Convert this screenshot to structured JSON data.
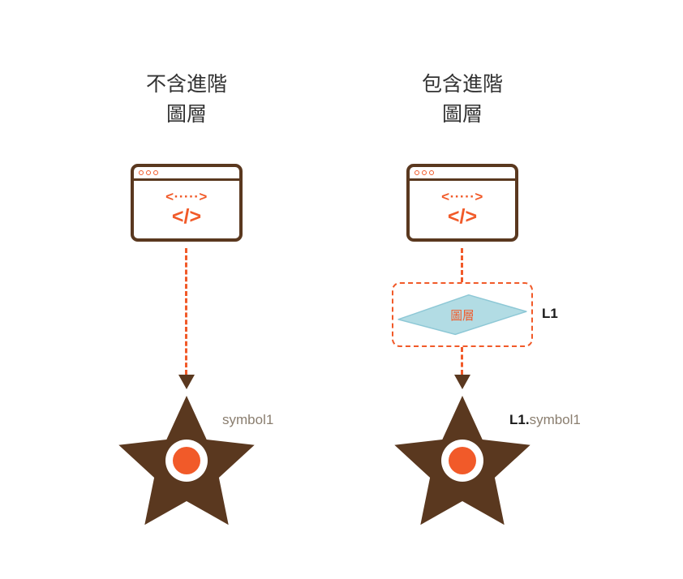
{
  "colors": {
    "brown": "#5a381f",
    "orange": "#f15a29",
    "layer_blue": "#b2dce4",
    "title_text": "#333333",
    "label_gray": "#8a7e6f",
    "label_dark": "#191919"
  },
  "columns": [
    {
      "title_line1": "不含進階",
      "title_line2": "圖層",
      "code_line1": "<·····>",
      "code_line2": "</>",
      "symbol_prefix": "",
      "symbol_label": "symbol1"
    },
    {
      "title_line1": "包含進階",
      "title_line2": "圖層",
      "code_line1": "<·····>",
      "code_line2": "</>",
      "layer_box_label": "圖層",
      "layer_tag": "L1",
      "symbol_prefix": "L1.",
      "symbol_label": "symbol1"
    }
  ]
}
